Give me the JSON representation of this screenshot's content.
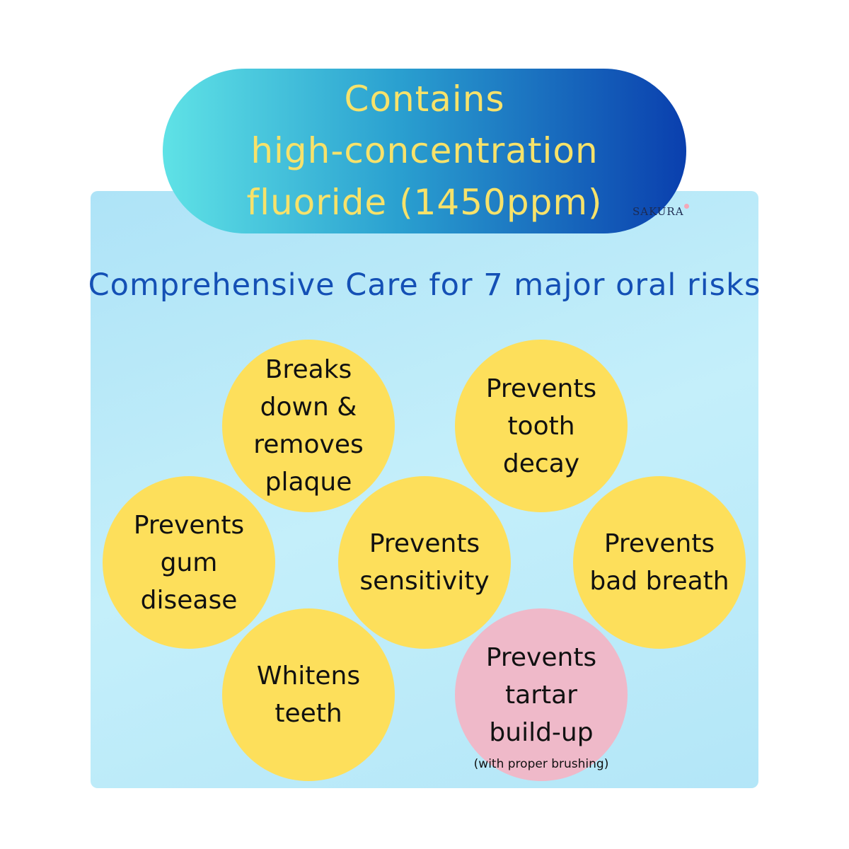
{
  "banner": {
    "lines": [
      "Contains",
      "high-concentration",
      "fluoride (1450ppm)"
    ]
  },
  "logo": "SAKURA",
  "heading": "Comprehensive Care for 7 major oral risks",
  "benefits": [
    {
      "lines": [
        "Breaks",
        "down &",
        "removes",
        "plaque"
      ]
    },
    {
      "lines": [
        "Prevents",
        "tooth",
        "decay"
      ]
    },
    {
      "lines": [
        "Prevents",
        "gum",
        "disease"
      ]
    },
    {
      "lines": [
        "Prevents",
        "sensitivity"
      ]
    },
    {
      "lines": [
        "Prevents",
        "bad breath"
      ]
    },
    {
      "lines": [
        "Whitens",
        "teeth"
      ]
    },
    {
      "lines": [
        "Prevents",
        "tartar",
        "build-up"
      ],
      "note": "(with proper brushing)"
    }
  ],
  "colors": {
    "circle": "#fddf5b",
    "highlight": "#efb9c9",
    "heading": "#1450b5",
    "banner_text": "#f7e26a"
  }
}
